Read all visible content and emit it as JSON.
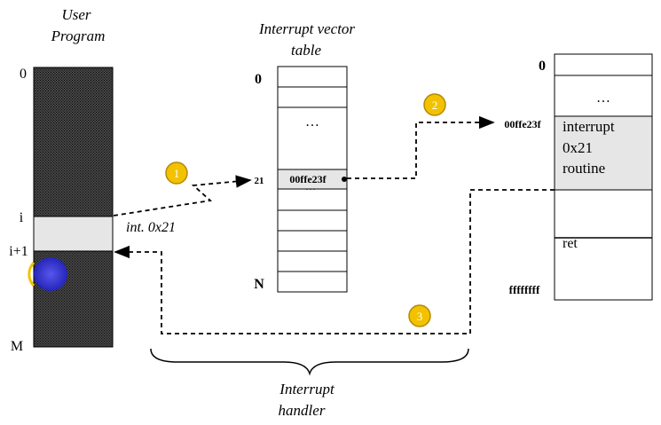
{
  "user_program": {
    "title_line1": "User",
    "title_line2": "Program",
    "label_top": "0",
    "label_i": "i",
    "label_i1": "i+1",
    "label_m": "M",
    "instruction": "int. 0x21"
  },
  "vector_table": {
    "title_line1": "Interrupt vector",
    "title_line2": "table",
    "label_top": "0",
    "label_21": "21",
    "label_n": "N",
    "ellipsis_top": "…",
    "entry_value": "00ffe23f",
    "entry_ellipsis": "…"
  },
  "memory": {
    "label_top": "0",
    "ellipsis": "…",
    "address_label": "00ffe23f",
    "routine_line1": "interrupt",
    "routine_line2": "0x21",
    "routine_line3": "routine",
    "ret": "ret",
    "label_end": "ffffffff"
  },
  "steps": {
    "step1": "1",
    "step2": "2",
    "step3": "3"
  },
  "handler": {
    "line1": "Interrupt",
    "line2": "handler"
  },
  "colors": {
    "hatch": "#1a1a1a",
    "highlight": "#e6e6e6",
    "step_fill": "#f2c200",
    "step_stroke": "#b58a00",
    "blue_dot": "#3a3ae0"
  }
}
